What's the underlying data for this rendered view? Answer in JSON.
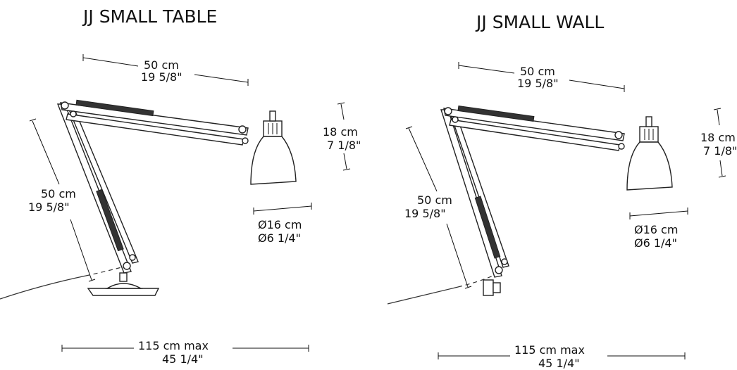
{
  "table": {
    "title": "JJ SMALL TABLE",
    "arm_length_cm": "50 cm",
    "arm_length_in": "19 5/8\"",
    "stand_height_cm": "50 cm",
    "stand_height_in": "19 5/8\"",
    "shade_height_cm": "18 cm",
    "shade_height_in": "7 1/8\"",
    "shade_diameter_cm": "Ø16 cm",
    "shade_diameter_in": "Ø6 1/4\"",
    "reach_cm": "115 cm max",
    "reach_in": "45 1/4\""
  },
  "wall": {
    "title": "JJ SMALL WALL",
    "arm_length_cm": "50 cm",
    "arm_length_in": "19 5/8\"",
    "stand_height_cm": "50 cm",
    "stand_height_in": "19 5/8\"",
    "shade_height_cm": "18 cm",
    "shade_height_in": "7 1/8\"",
    "shade_diameter_cm": "Ø16 cm",
    "shade_diameter_in": "Ø6 1/4\"",
    "reach_cm": "115 cm max",
    "reach_in": "45 1/4\""
  }
}
